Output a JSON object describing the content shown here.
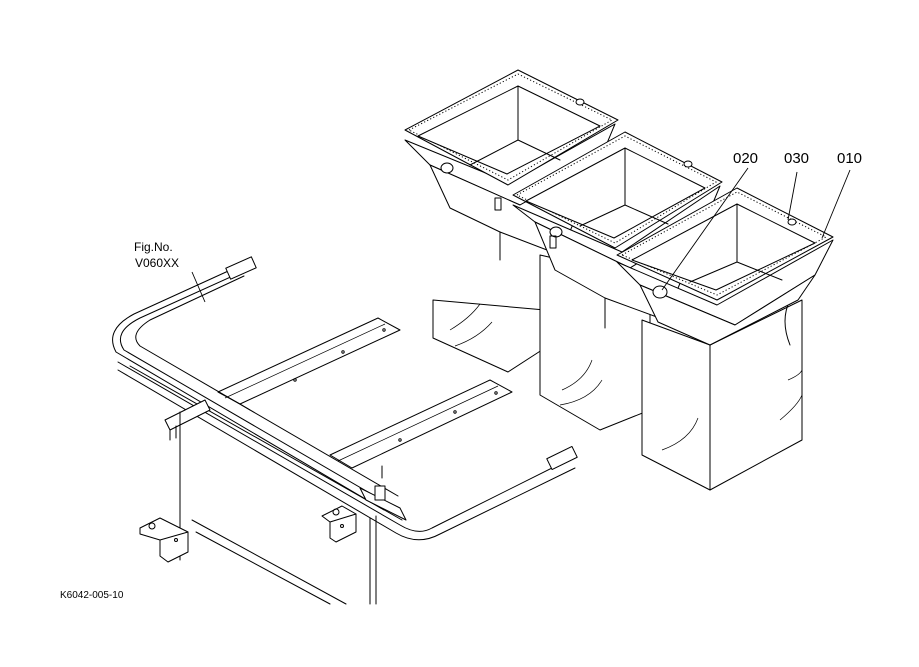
{
  "figure": {
    "label_line1": "Fig.No.",
    "label_line2": "V060XX",
    "code": "K6042-005-10"
  },
  "callouts": [
    {
      "id": "020",
      "text": "020"
    },
    {
      "id": "030",
      "text": "030"
    },
    {
      "id": "010",
      "text": "010"
    }
  ],
  "colors": {
    "line": "#000000",
    "background": "#ffffff"
  }
}
